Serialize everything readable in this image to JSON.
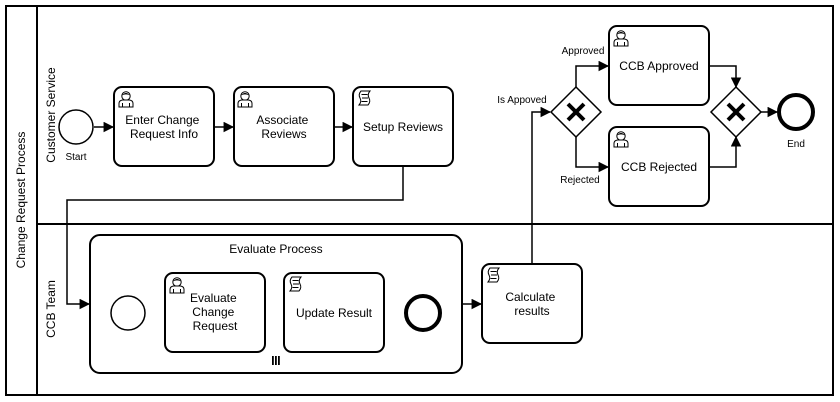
{
  "pool": {
    "label": "Change Request Process"
  },
  "lanes": [
    {
      "id": "customer-service",
      "label": "Customer Service"
    },
    {
      "id": "ccb-team",
      "label": "CCB Team"
    }
  ],
  "events": {
    "start": "Start",
    "end": "End"
  },
  "tasks": {
    "enter_change": [
      "Enter Change",
      "Request Info"
    ],
    "associate": [
      "Associate",
      "Reviews"
    ],
    "setup_reviews": [
      "Setup Reviews"
    ],
    "ccb_approved": [
      "CCB Approved"
    ],
    "ccb_rejected": [
      "CCB Rejected"
    ],
    "evaluate_change": [
      "Evaluate",
      "Change",
      "Request"
    ],
    "update_result": [
      "Update Result"
    ],
    "calculate_results": [
      "Calculate",
      "results"
    ]
  },
  "subprocess": {
    "title": "Evaluate Process"
  },
  "gateway_labels": {
    "is_approved": "Is Appoved",
    "approved": "Approved",
    "rejected": "Rejected"
  },
  "icons": {
    "user_task": "user-icon",
    "script_task": "script-icon",
    "gateway": "exclusive-gateway-x",
    "multi_instance": "parallel-multi-instance-marker"
  }
}
